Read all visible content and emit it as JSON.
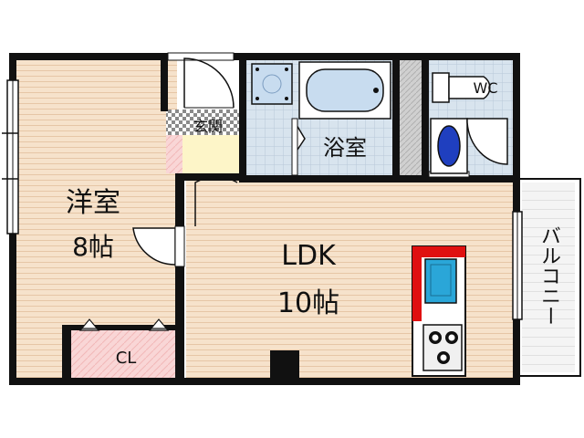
{
  "rooms": {
    "western_room": {
      "name": "洋室",
      "size": "8帖"
    },
    "ldk": {
      "name": "LDK",
      "size": "10帖"
    },
    "entrance": {
      "name": "玄関"
    },
    "bathroom": {
      "name": "浴室"
    },
    "toilet": {
      "name": "WC"
    },
    "closet": {
      "name": "CL"
    },
    "balcony": {
      "name": "バルコニー"
    }
  },
  "colors": {
    "floor_wood": "#f6e2cb",
    "floor_wood_line": "#e6c6a6",
    "wall": "#111111",
    "tile": "#d8e4ee",
    "tile_line": "#b8c8d8",
    "entrance_floor": "#fdf5c8",
    "closet_floor": "#f9d6d6",
    "toilet_seat": "#1f3fbf",
    "sink_blue": "#2aa6d8",
    "counter_red": "#e01010",
    "gray_fill": "#c9c9c9"
  }
}
